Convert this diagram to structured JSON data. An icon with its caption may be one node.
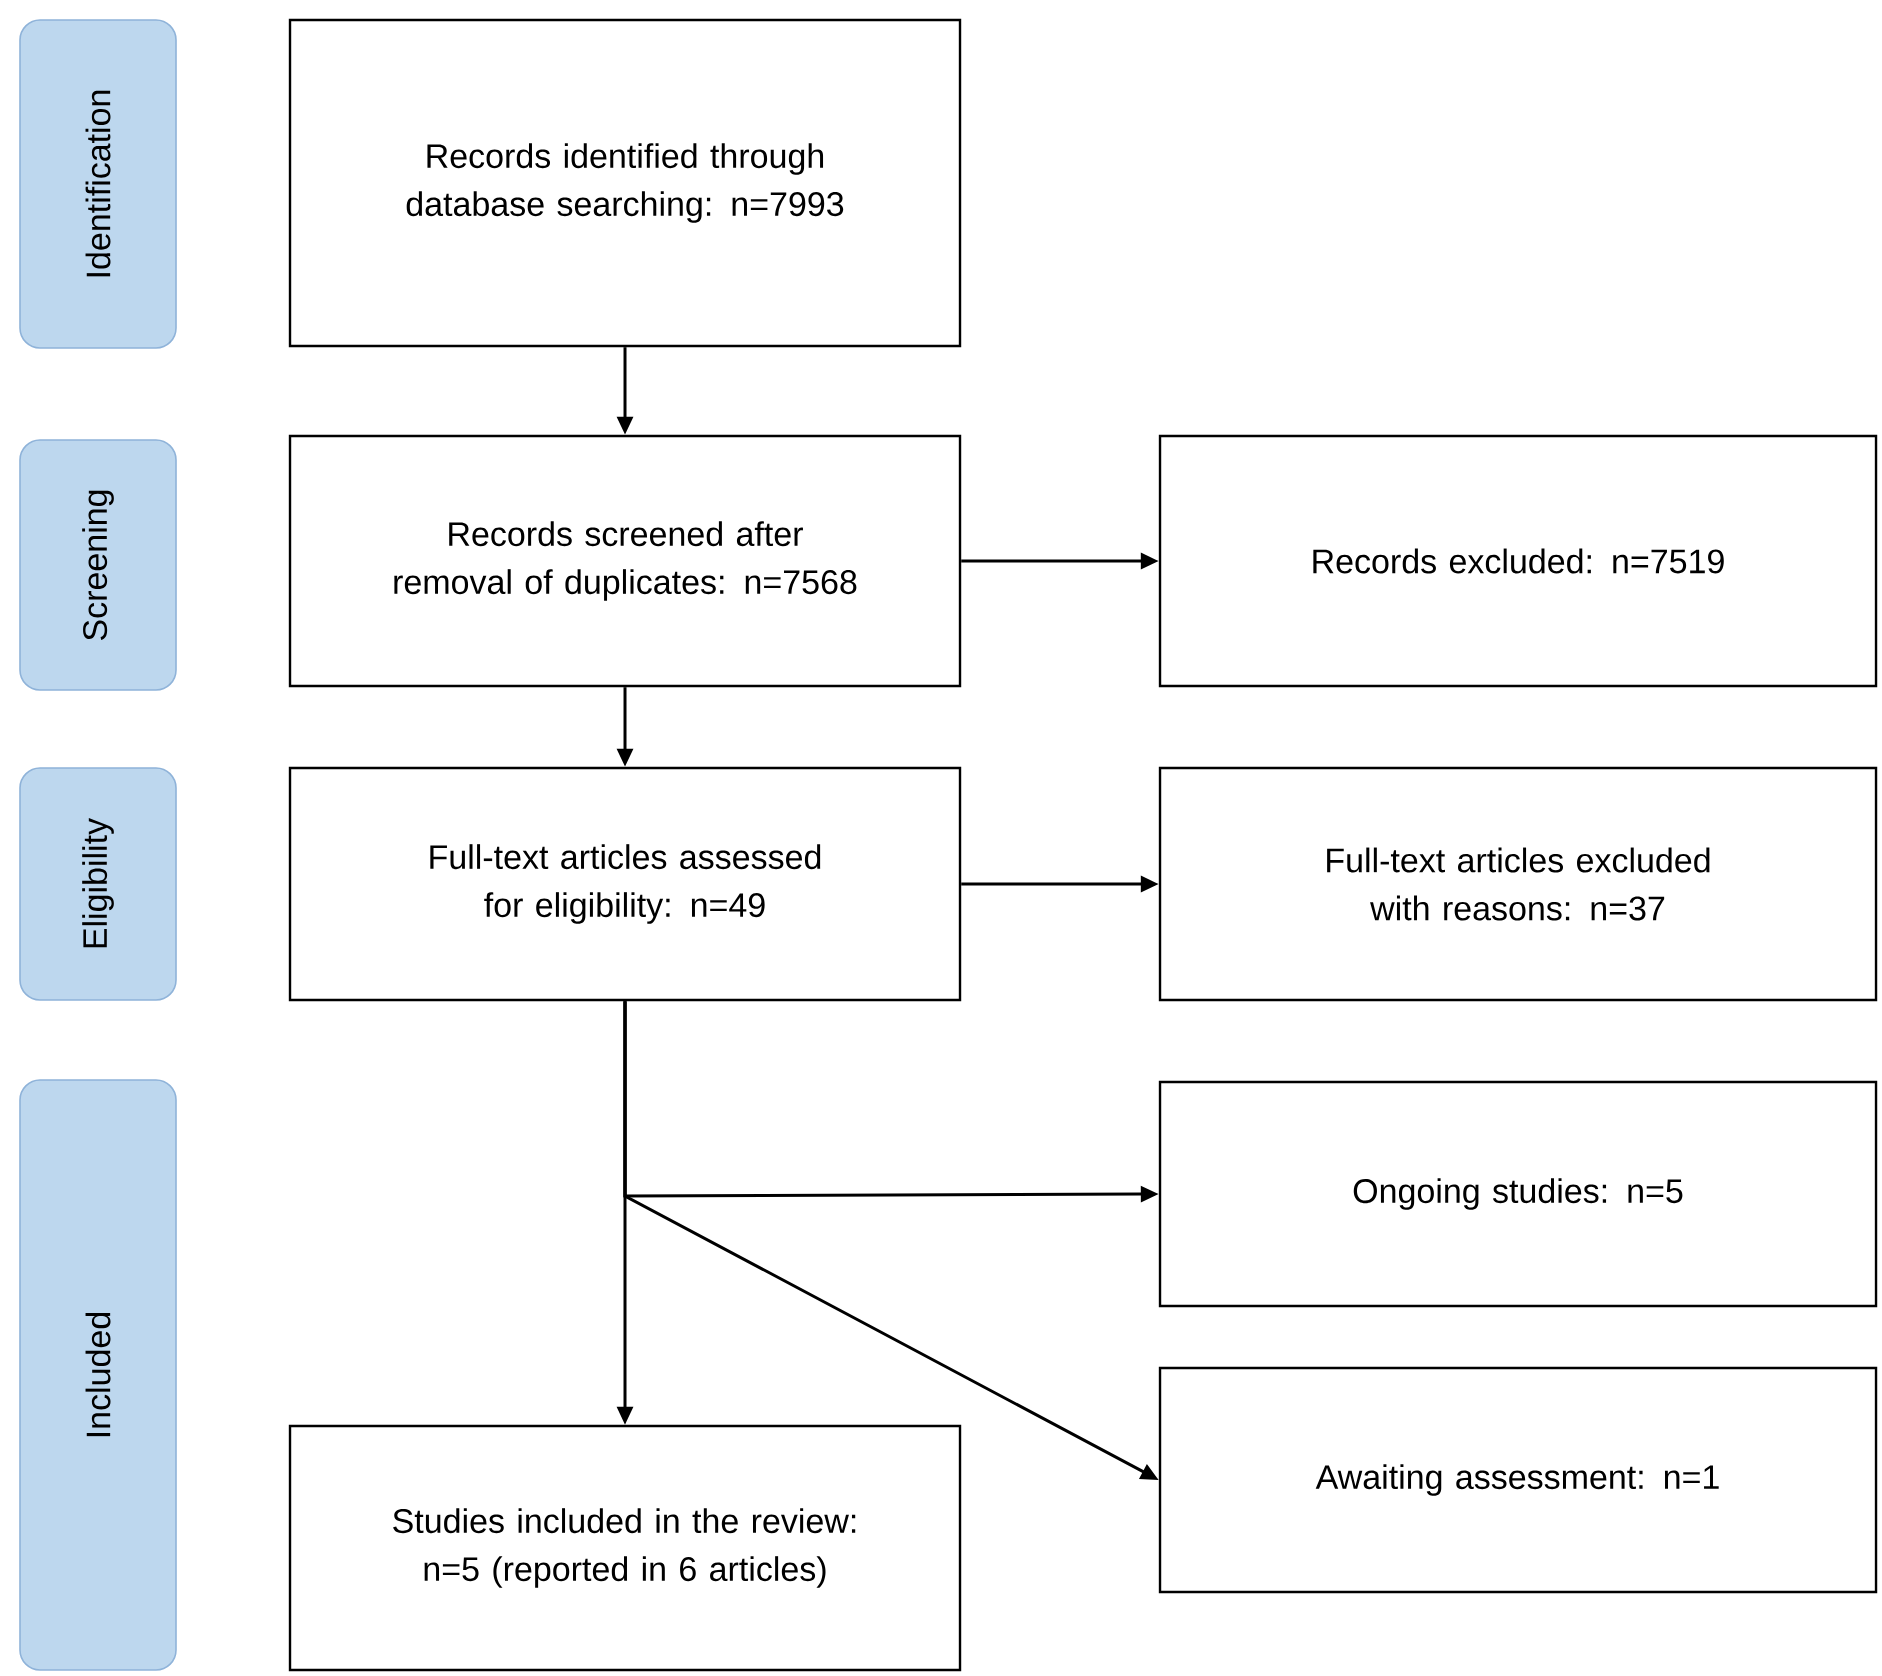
{
  "diagram": {
    "nodes": [
      {
        "text": [
          "Identification"
        ]
      },
      {
        "text": [
          "Screening"
        ]
      },
      {
        "text": [
          "Eligibility"
        ]
      },
      {
        "text": [
          "Included"
        ]
      },
      {
        "text": [
          "Records identified through database searching: n=7993"
        ]
      },
      {
        "text": [
          "Records screened after removal of duplicates: n=7568"
        ]
      },
      {
        "text": [
          "Records excluded: n=7519"
        ]
      },
      {
        "text": [
          "Full-text articles assessed for eligibility: n=49"
        ]
      },
      {
        "text": [
          "Full-text articles excluded with reasons: n=37"
        ]
      },
      {
        "text": [
          "Ongoing studies: n=5"
        ]
      },
      {
        "text": [
          "Awaiting assessment: n=1"
        ]
      },
      {
        "text": [
          "Studies included in the review: n=5 (reported in 6 articles)"
        ]
      }
    ],
    "edges": [
      {
        "from": 4,
        "to": 5,
        "arrow": "to"
      },
      {
        "from": 5,
        "to": 6,
        "arrow": "to"
      },
      {
        "from": 5,
        "to": 7,
        "arrow": "to"
      },
      {
        "from": 7,
        "to": 8,
        "arrow": "to"
      },
      {
        "from": 7,
        "to": 9,
        "arrow": "to"
      },
      {
        "from": 7,
        "to": 10,
        "arrow": "to"
      },
      {
        "from": 7,
        "to": 11,
        "arrow": "to"
      }
    ]
  }
}
